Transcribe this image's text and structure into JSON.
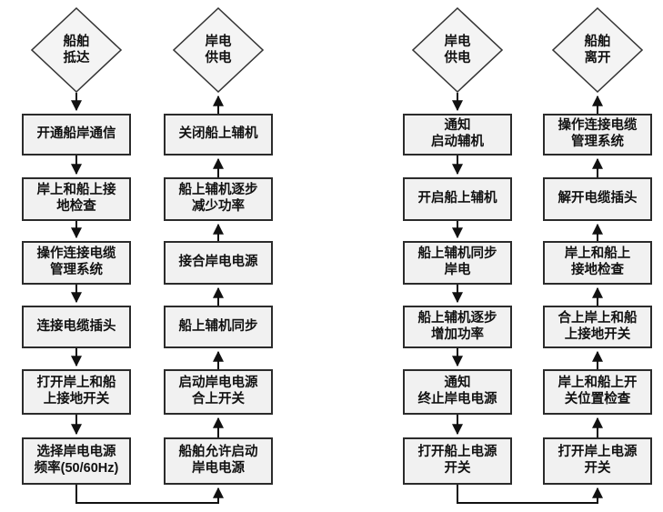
{
  "colors": {
    "background": "#ffffff",
    "box_fill": "#f1f1f1",
    "box_border": "#2b2b2b",
    "arrow": "#111111"
  },
  "flowchart_left": {
    "arrival_column": {
      "terminal": "船舶\n抵达",
      "steps": [
        "开通船岸通信",
        "岸上和船上接\n地检查",
        "操作连接电缆\n管理系统",
        "连接电缆插头",
        "打开岸上和船\n上接地开关",
        "选择岸电电源\n频率(50/60Hz)"
      ]
    },
    "supply_column": {
      "terminal": "岸电\n供电",
      "steps": [
        "关闭船上辅机",
        "船上辅机逐步\n减少功率",
        "接合岸电电源",
        "船上辅机同步",
        "启动岸电电源\n合上开关",
        "船舶允许启动\n岸电电源"
      ]
    }
  },
  "flowchart_right": {
    "supply_column": {
      "terminal": "岸电\n供电",
      "steps": [
        "通知\n启动辅机",
        "开启船上辅机",
        "船上辅机同步\n岸电",
        "船上辅机逐步\n增加功率",
        "通知\n终止岸电电源",
        "打开船上电源\n开关"
      ]
    },
    "departure_column": {
      "terminal": "船舶\n离开",
      "steps": [
        "操作连接电缆\n管理系统",
        "解开电缆插头",
        "岸上和船上\n接地检查",
        "合上岸上和船\n上接地开关",
        "岸上和船上开\n关位置检查",
        "打开岸上电源\n开关"
      ]
    }
  }
}
